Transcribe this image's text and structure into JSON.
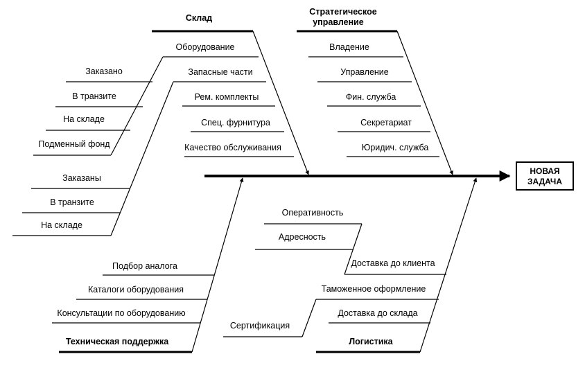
{
  "result": {
    "line1": "НОВАЯ",
    "line2": "ЗАДАЧА"
  },
  "branches": {
    "warehouse": {
      "title": "Склад",
      "causes": [
        "Оборудование",
        "Запасные части",
        "Рем. комплекты",
        "Спец. фурнитура",
        "Качество обслуживания"
      ],
      "equipment_sub": [
        "Заказано",
        "В транзите",
        "На складе",
        "Подменный фонд"
      ],
      "parts_sub": [
        "Заказаны",
        "В транзите",
        "На складе"
      ]
    },
    "strategic": {
      "title_line1": "Стратегическое",
      "title_line2": "управление",
      "causes": [
        "Владение",
        "Управление",
        "Фин. служба",
        "Секретариат",
        "Юридич. служба"
      ]
    },
    "support": {
      "title": "Техническая поддержка",
      "causes": [
        "Подбор аналога",
        "Каталоги оборудования",
        "Консультации по оборудованию"
      ]
    },
    "logistics": {
      "title": "Логистика",
      "causes": [
        "Доставка до клиента",
        "Таможенное оформление",
        "Доставка до склада"
      ],
      "delivery_sub": [
        "Оперативность",
        "Адресность"
      ],
      "customs_sub": [
        "Сертификация"
      ]
    }
  }
}
